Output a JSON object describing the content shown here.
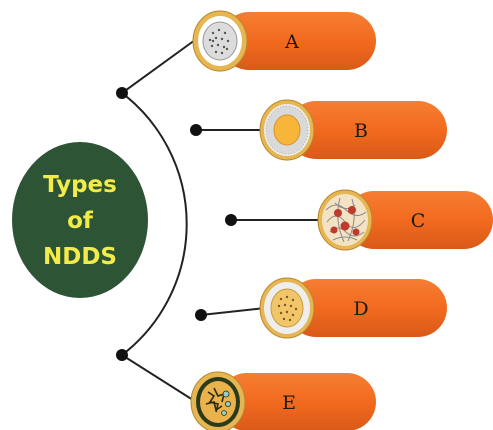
{
  "center": {
    "lines": [
      "Types",
      "of",
      "NDDS"
    ],
    "fill_color": "#2d5434",
    "text_color": "#f2ec4a"
  },
  "branches": [
    {
      "label": "A",
      "icon": "dotted-core-cylinder-icon"
    },
    {
      "label": "B",
      "icon": "solid-core-cylinder-icon"
    },
    {
      "label": "C",
      "icon": "mesh-with-particles-cylinder-icon"
    },
    {
      "label": "D",
      "icon": "dotted-core-cylinder-icon"
    },
    {
      "label": "E",
      "icon": "ringed-particles-cylinder-icon"
    }
  ],
  "colors": {
    "tube": "#f26a1f",
    "tube_shadow": "#d1521a",
    "rim": "#e6b652",
    "connector": "#222222"
  }
}
